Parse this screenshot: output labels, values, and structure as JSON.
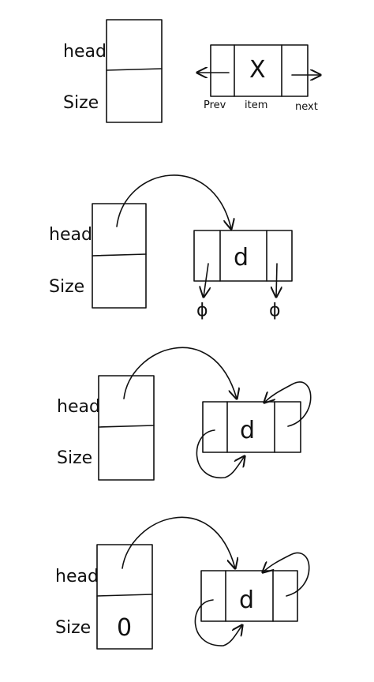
{
  "legend": {
    "head_label": "head",
    "size_label": "Size",
    "node_item": "X",
    "prev_label": "Prev",
    "item_label": "item",
    "next_label": "next"
  },
  "step2": {
    "head_label": "head",
    "size_label": "Size",
    "node_item": "d",
    "prev_null": "ϕ",
    "next_null": "ϕ"
  },
  "step3": {
    "head_label": "head",
    "size_label": "Size",
    "node_item": "d"
  },
  "step4": {
    "head_label": "head",
    "size_label": "Size",
    "size_value": "0",
    "node_item": "d"
  }
}
